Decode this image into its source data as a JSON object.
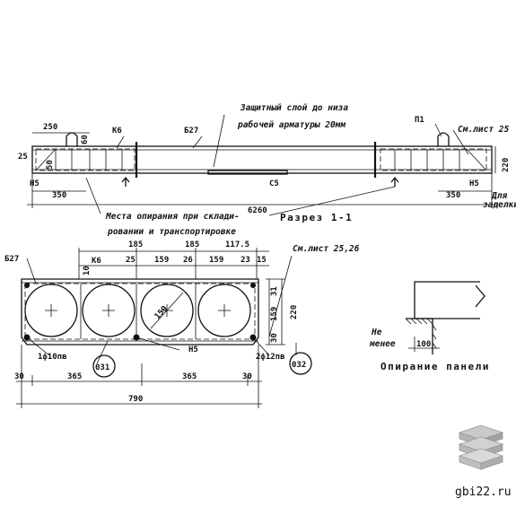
{
  "elevation": {
    "dims": {
      "d250": "250",
      "k6": "К6",
      "d60": "60",
      "b27": "Б27",
      "d25": "25",
      "d50": "50",
      "h5_left": "Н5",
      "h5_right": "Н5",
      "d350_left": "350",
      "d350_right": "350",
      "c5": "С5",
      "d220": "220",
      "length": "6260",
      "p1": "П1"
    },
    "notes": {
      "protective_layer_1": "Защитный слой до низа",
      "protective_layer_2": "рабочей арматуры 20мм",
      "see_sheet": "См.лист 25",
      "for_1": "Для",
      "for_2": "заделки",
      "supports_1": "Места опирания при склади-",
      "supports_2": "ровании и транспортировке",
      "section_title": "Разрез 1-1"
    }
  },
  "section": {
    "dims": {
      "b27": "Б27",
      "d10": "10",
      "k6": "К6",
      "d25a": "25",
      "d26": "26",
      "d185a": "185",
      "d185b": "185",
      "d117": "117.5",
      "d159a": "159",
      "d159b": "159",
      "d23": "23",
      "d15": "15",
      "see_sheet": "См.лист 25,26",
      "d31": "31",
      "d159c": "159",
      "d30": "30",
      "d220": "220",
      "diam": "159",
      "h5": "Н5",
      "bar_left": "1ф10пв",
      "bar_right": "2ф12пв",
      "tag_left": "031",
      "tag_right": "032",
      "d30_left": "30",
      "d365a": "365",
      "d365b": "365",
      "d30_right": "30",
      "width": "790"
    }
  },
  "support": {
    "not_less_1": "Не",
    "not_less_2": "менее",
    "d100": "100",
    "title": "Опирание панели"
  },
  "site": {
    "watermark": "gbi22.ru"
  }
}
